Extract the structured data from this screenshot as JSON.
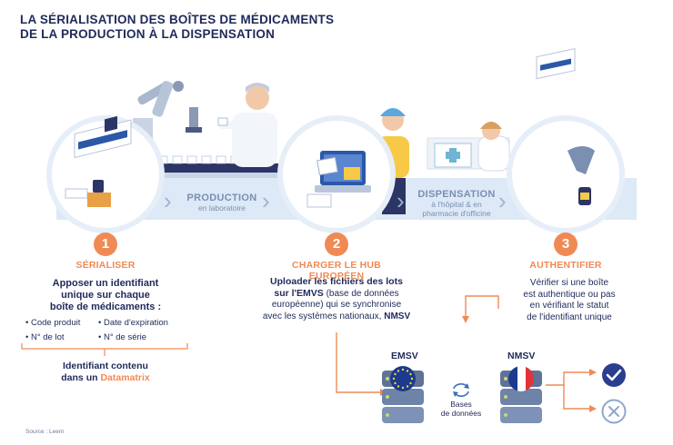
{
  "title": {
    "line1": "LA SÉRIALISATION DES BOÎTES DE MÉDICAMENTS",
    "line2": "DE LA PRODUCTION À LA DISPENSATION"
  },
  "banners": {
    "production": {
      "title": "PRODUCTION",
      "sub": "en laboratoire"
    },
    "dispensation": {
      "title": "DISPENSATION",
      "sub1": "à l'hôpital & en",
      "sub2": "pharmacie d'officine"
    }
  },
  "steps": [
    {
      "number": "1",
      "label": "SÉRIALISER"
    },
    {
      "number": "2",
      "label": "CHARGER LE HUB EUROPÉEN"
    },
    {
      "number": "3",
      "label": "AUTHENTIFIER"
    }
  ],
  "step1": {
    "desc1": "Apposer un identifiant",
    "desc2": "unique sur chaque",
    "desc3": "boîte de médicaments :",
    "items": [
      "• Code produit",
      "• Date d'expiration",
      "• N° de lot",
      "• N° de série"
    ],
    "footer1": "Identifiant contenu",
    "footer2_prefix": "dans un ",
    "footer2_highlight": "Datamatrix"
  },
  "step2": {
    "line1": "Uploader les fichiers des lots",
    "line2_bold": "sur l'EMVS",
    "line2_rest": " (base de données",
    "line3": "européenne) qui se synchronise",
    "line4_prefix": "avec les systèmes nationaux, ",
    "line4_bold": "NMSV"
  },
  "step3": {
    "line1": "Vérifier si une boîte",
    "line2": "est authentique ou pas",
    "line3": "en vérifiant le statut",
    "line4": "de l'identifiant unique"
  },
  "databases": {
    "emsv": "EMSV",
    "nmsv": "NMSV",
    "sync_label1": "Bases",
    "sync_label2": "de données"
  },
  "source": "Source : Leem",
  "colors": {
    "navy": "#1e2a5a",
    "orange": "#f08a55",
    "band": "#dde9f6",
    "check_ok": "#2a3d8f",
    "check_ko": "#8fa6cf"
  }
}
